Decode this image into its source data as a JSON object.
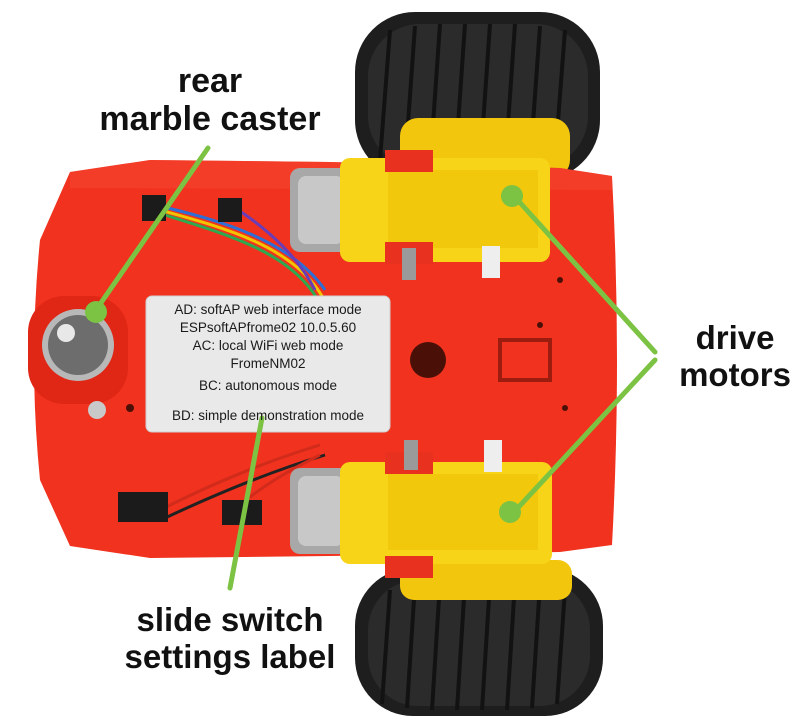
{
  "callouts": {
    "rear": [
      "rear",
      "marble caster"
    ],
    "drive": [
      "drive",
      "motors"
    ],
    "slide": [
      "slide switch",
      "settings label"
    ]
  },
  "settings_label": {
    "lines": [
      "AD: softAP web interface mode",
      "ESPsoftAPfrome02  10.0.5.60",
      "AC: local WiFi web mode",
      "FromeNM02",
      "BC: autonomous mode",
      "BD: simple demonstration mode"
    ]
  },
  "colors": {
    "chassis": "#f0321e",
    "gearbox": "#f7d417",
    "tyre": "#1e1e1e",
    "leader_line": "#7cc243",
    "label_bg": "#e9e9e9"
  }
}
